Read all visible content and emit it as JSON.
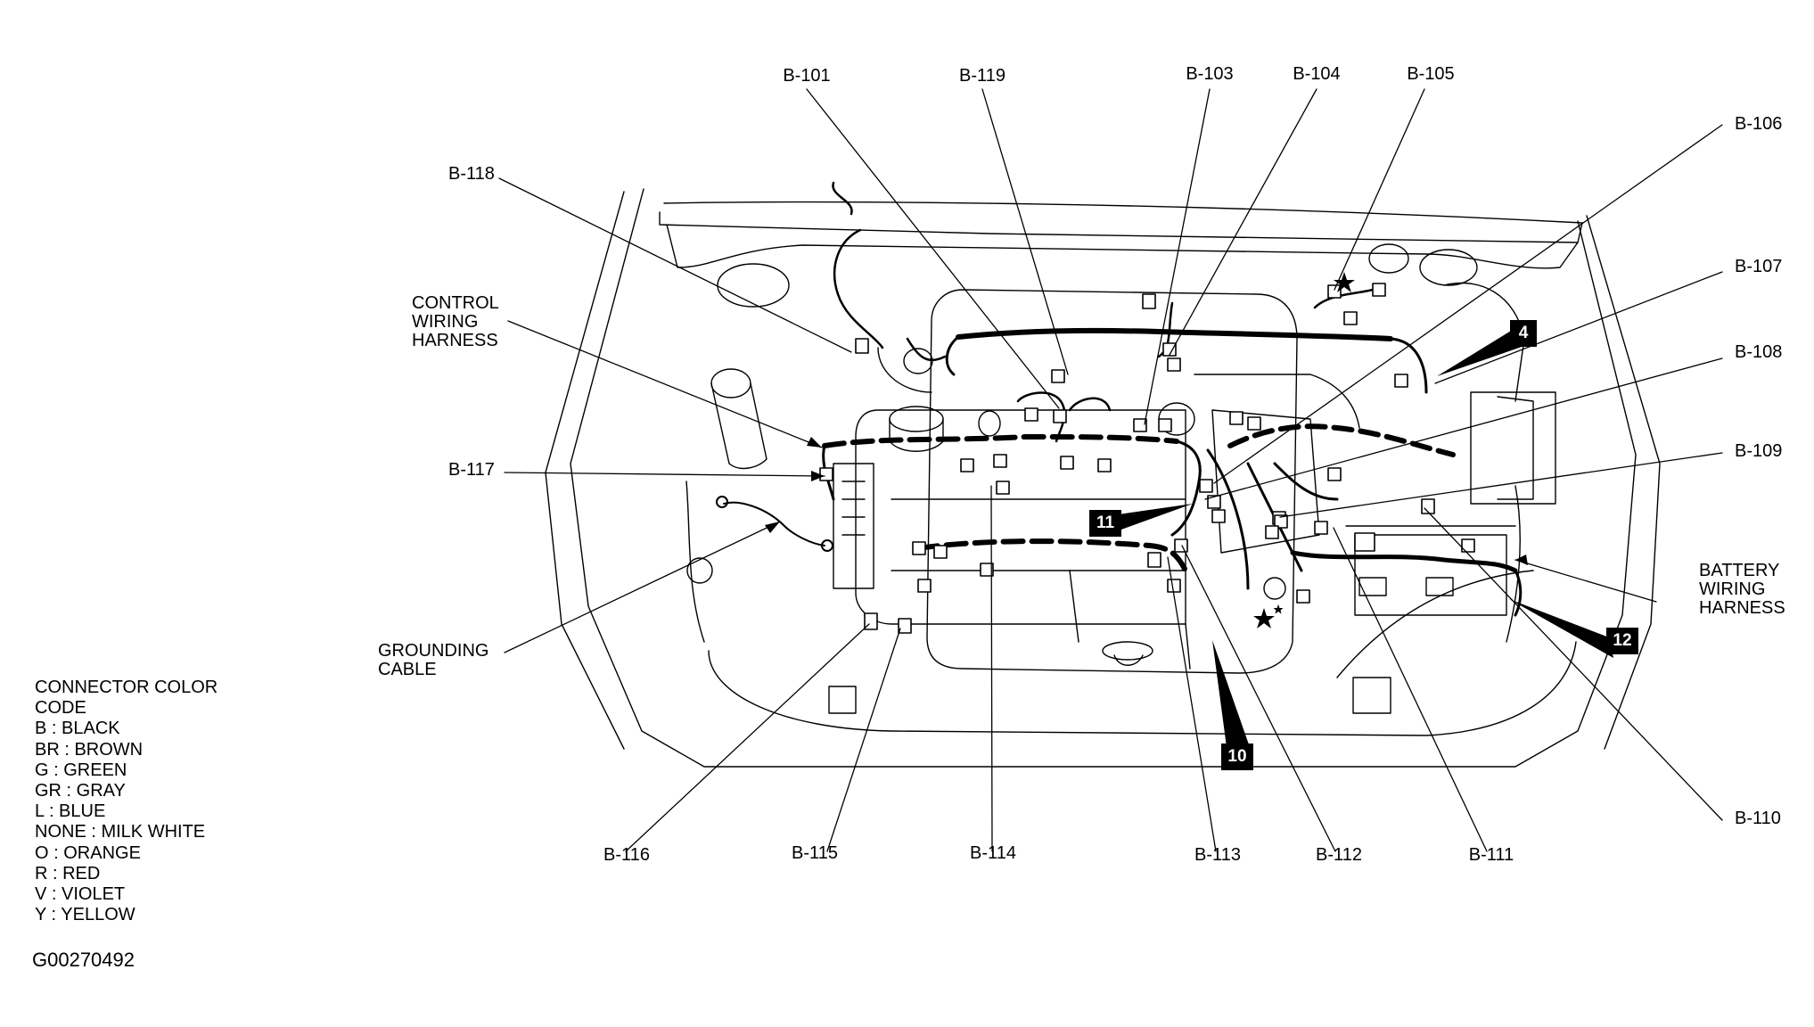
{
  "connector_labels": {
    "b101": "B-101",
    "b103": "B-103",
    "b104": "B-104",
    "b105": "B-105",
    "b106": "B-106",
    "b107": "B-107",
    "b108": "B-108",
    "b109": "B-109",
    "b110": "B-110",
    "b111": "B-111",
    "b112": "B-112",
    "b113": "B-113",
    "b114": "B-114",
    "b115": "B-115",
    "b116": "B-116",
    "b117": "B-117",
    "b118": "B-118",
    "b119": "B-119"
  },
  "harness_labels": {
    "control": [
      "CONTROL",
      "WIRING",
      "HARNESS"
    ],
    "battery": [
      "BATTERY",
      "WIRING",
      "HARNESS"
    ],
    "grounding": [
      "GROUNDING",
      "CABLE"
    ]
  },
  "markers": {
    "m4": "4",
    "m10": "10",
    "m11": "11",
    "m12": "12"
  },
  "legend": {
    "title": [
      "CONNECTOR COLOR",
      "CODE"
    ],
    "items": [
      "B : BLACK",
      "BR : BROWN",
      "G : GREEN",
      "GR : GRAY",
      "L : BLUE",
      "NONE : MILK WHITE",
      "O : ORANGE",
      "R : RED",
      "V : VIOLET",
      "Y : YELLOW"
    ]
  },
  "figure_id": "G00270492",
  "colors": {
    "ink": "#000000",
    "background": "#ffffff"
  }
}
